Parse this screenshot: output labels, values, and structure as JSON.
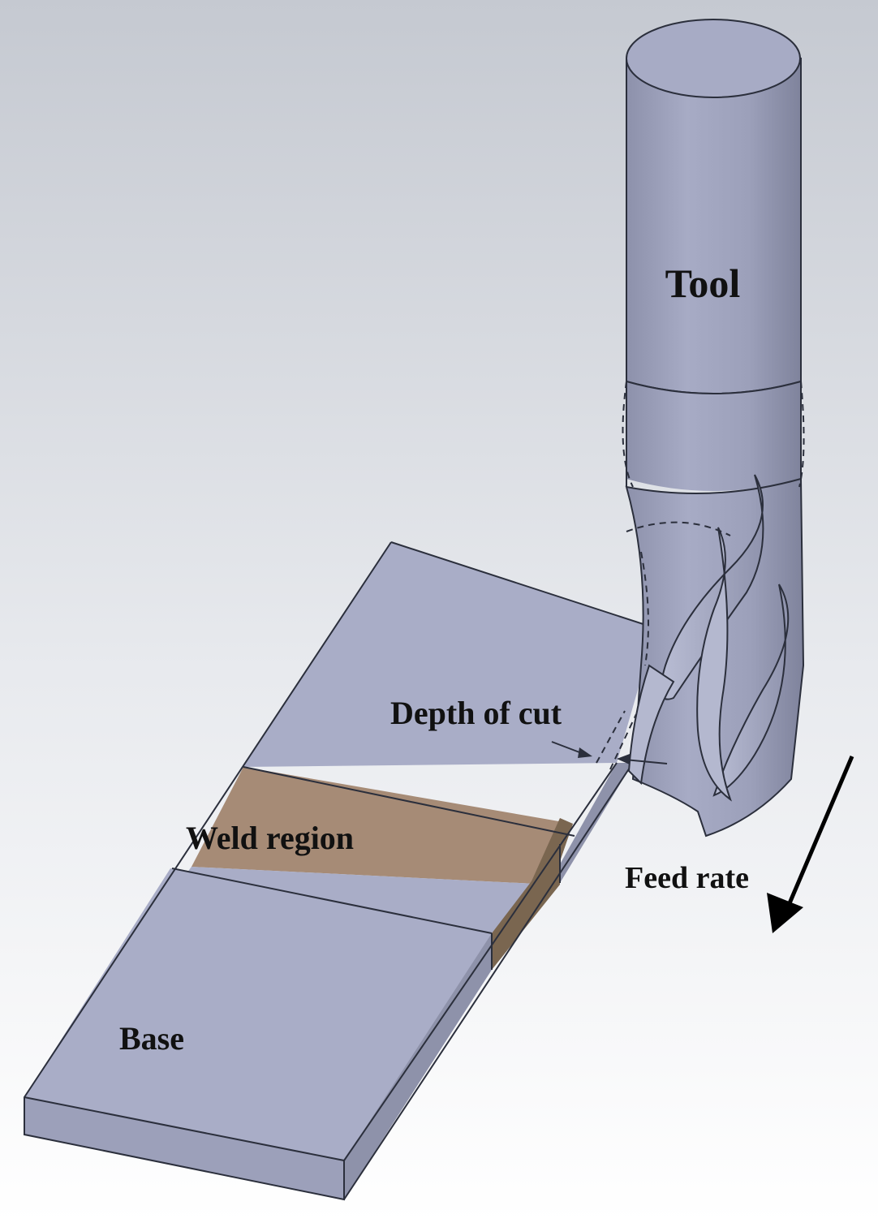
{
  "labels": {
    "tool": "Tool",
    "depth_of_cut": "Depth of cut",
    "weld_region": "Weld region",
    "feed_rate": "Feed rate",
    "base": "Base"
  },
  "colors": {
    "background_top": "#c9cdd4",
    "background_bottom": "#ffffff",
    "metal_face": "#a9adc7",
    "metal_side": "#8e92aa",
    "weld_face": "#a68b76",
    "weld_side": "#7a6650",
    "edge": "#2b2f3c",
    "arrow": "#000000"
  }
}
